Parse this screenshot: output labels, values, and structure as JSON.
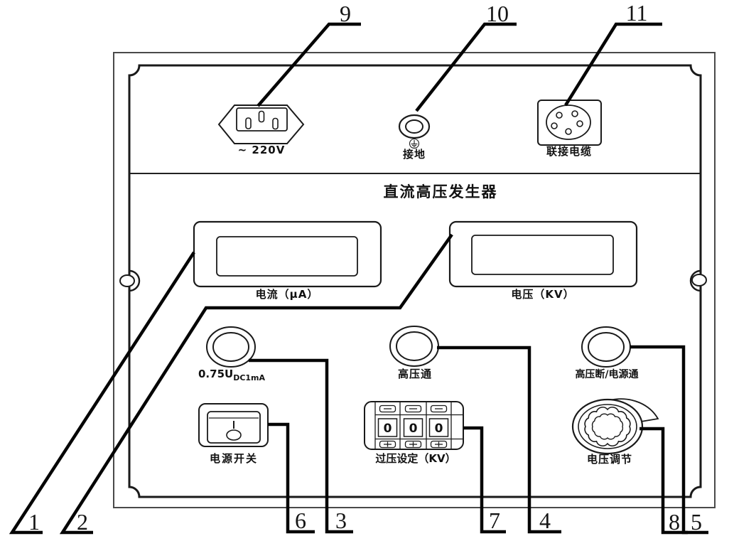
{
  "figure": {
    "title": "直流高压发生器",
    "rear_connectors": {
      "power_socket_label": "~ 220V",
      "ground_label": "接地",
      "cable_label": "联接电缆"
    },
    "meters": {
      "current_label": "电流（μA）",
      "voltage_label": "电压（KV）"
    },
    "lamps": {
      "test_lamp_main": "0.75U",
      "test_lamp_sub": "DC1mA",
      "hv_on_label": "高压通",
      "hv_off_label": "高压断/电源通"
    },
    "controls": {
      "power_switch_label": "电源开关",
      "overvoltage_label": "过压设定（KV）",
      "overvoltage_digits": [
        "0",
        "0",
        "0"
      ],
      "voltage_knob_label": "电压调节"
    }
  },
  "callouts": [
    "1",
    "2",
    "3",
    "4",
    "5",
    "6",
    "7",
    "8",
    "9",
    "10",
    "11"
  ]
}
